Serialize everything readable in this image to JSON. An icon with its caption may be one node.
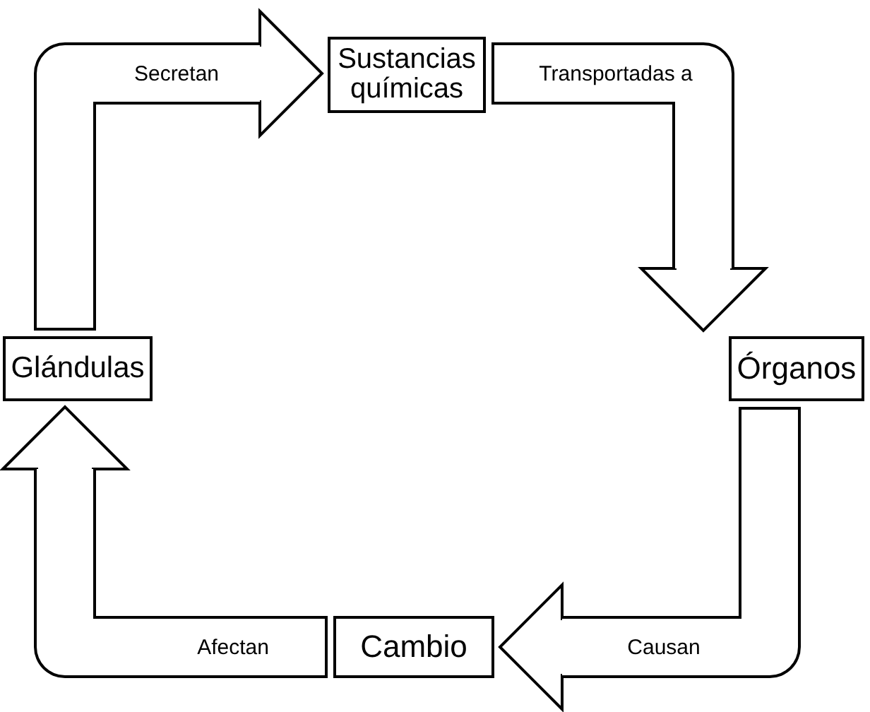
{
  "diagram": {
    "nodes": [
      {
        "text": [
          "Sustancias químicas"
        ]
      },
      {
        "text": [
          "Órganos"
        ]
      },
      {
        "text": [
          "Cambio"
        ]
      },
      {
        "text": [
          "Glándulas"
        ]
      }
    ],
    "edges": [
      {
        "from": 3,
        "to": 0,
        "arrow": "to",
        "label": "Secretan"
      },
      {
        "from": 0,
        "to": 1,
        "arrow": "to",
        "label": "Transportadas a"
      },
      {
        "from": 1,
        "to": 2,
        "arrow": "to",
        "label": "Causan"
      },
      {
        "from": 2,
        "to": 3,
        "arrow": "to",
        "label": "Afectan"
      }
    ]
  }
}
